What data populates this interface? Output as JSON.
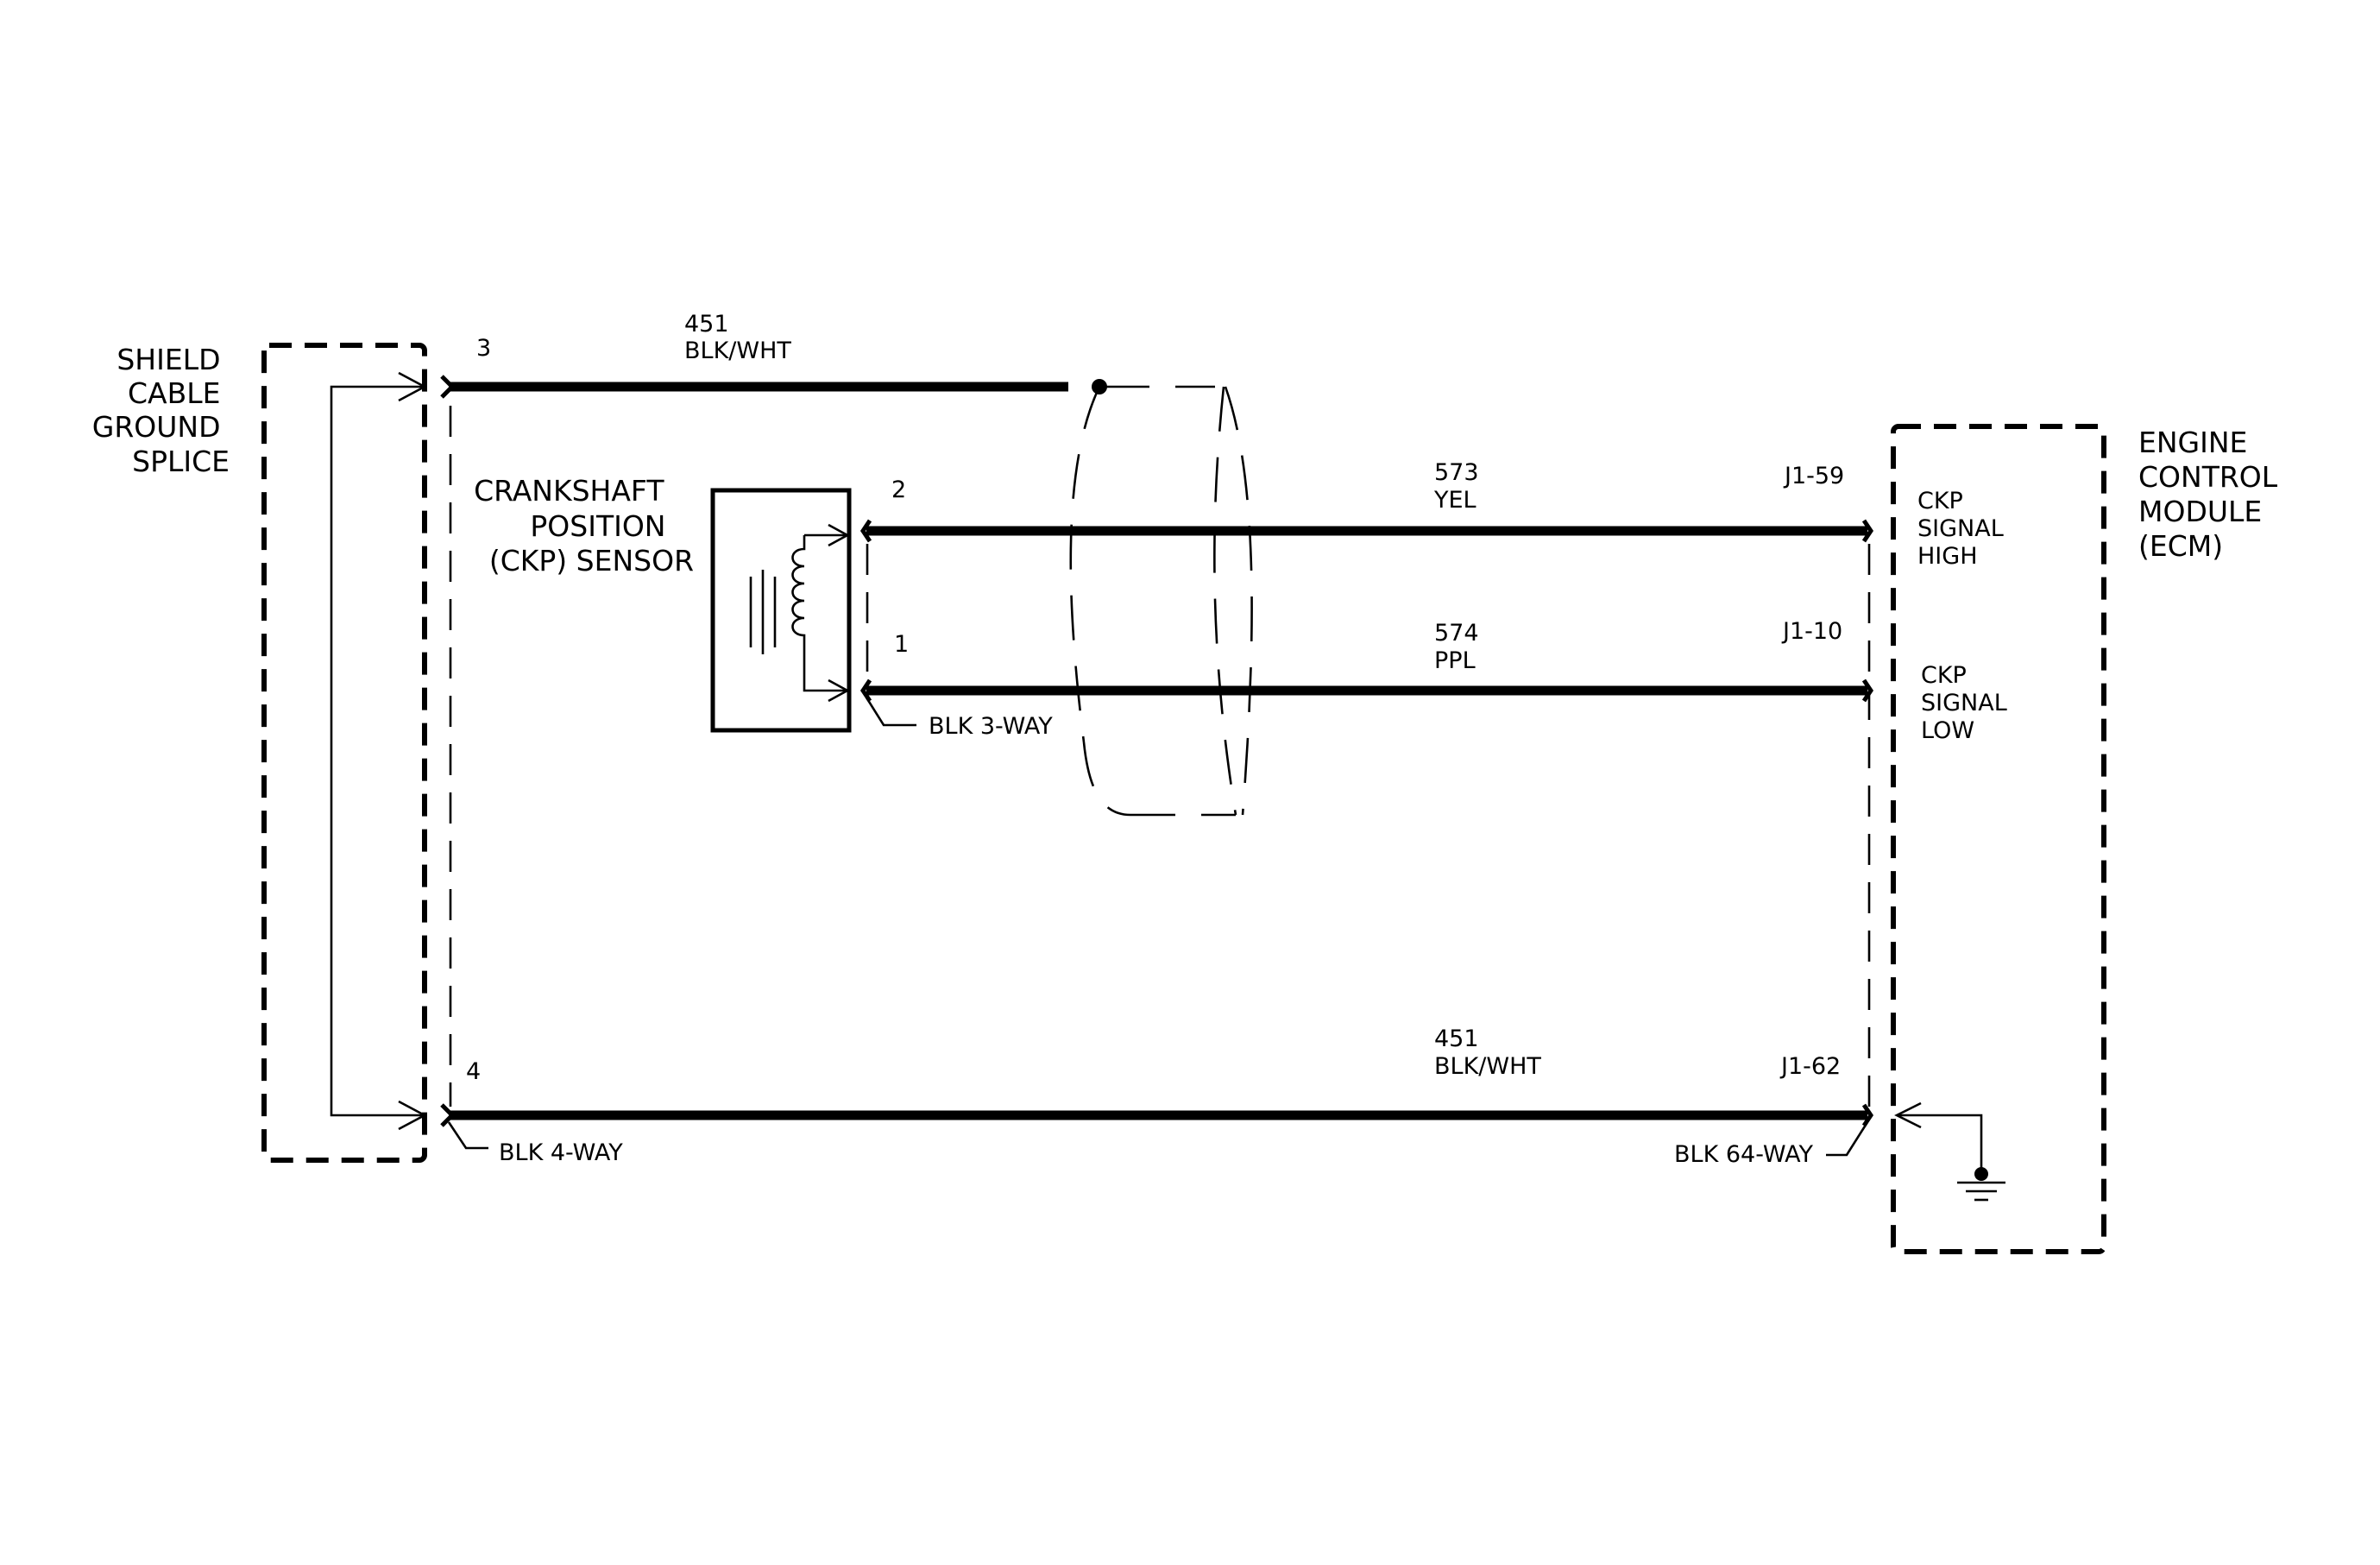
{
  "components": {
    "shield_splice": {
      "label_lines": [
        "SHIELD",
        "CABLE",
        "GROUND",
        "SPLICE"
      ]
    },
    "ckp_sensor": {
      "label_lines": [
        "CRANKSHAFT",
        "POSITION",
        "(CKP) SENSOR"
      ]
    },
    "ecm": {
      "label_lines": [
        "ENGINE",
        "CONTROL",
        "MODULE",
        "(ECM)"
      ]
    }
  },
  "pins": {
    "sensor_pin_3": "3",
    "sensor_pin_2": "2",
    "sensor_pin_1": "1",
    "shield_pin_4": "4",
    "ecm_pin_high": "J1-59",
    "ecm_pin_low": "J1-10",
    "ecm_pin_ground": "J1-62"
  },
  "wires": {
    "shield_top": {
      "circuit": "451",
      "color": "BLK/WHT"
    },
    "ckp_high": {
      "circuit": "573",
      "color": "YEL"
    },
    "ckp_low": {
      "circuit": "574",
      "color": "PPL"
    },
    "shield_bottom": {
      "circuit": "451",
      "color": "BLK/WHT"
    }
  },
  "connectors": {
    "sensor_connector": "BLK 3-WAY",
    "shield_connector": "BLK 4-WAY",
    "ecm_connector": "BLK 64-WAY"
  },
  "ecm_signals": {
    "high_lines": [
      "CKP",
      "SIGNAL",
      "HIGH"
    ],
    "low_lines": [
      "CKP",
      "SIGNAL",
      "LOW"
    ]
  }
}
